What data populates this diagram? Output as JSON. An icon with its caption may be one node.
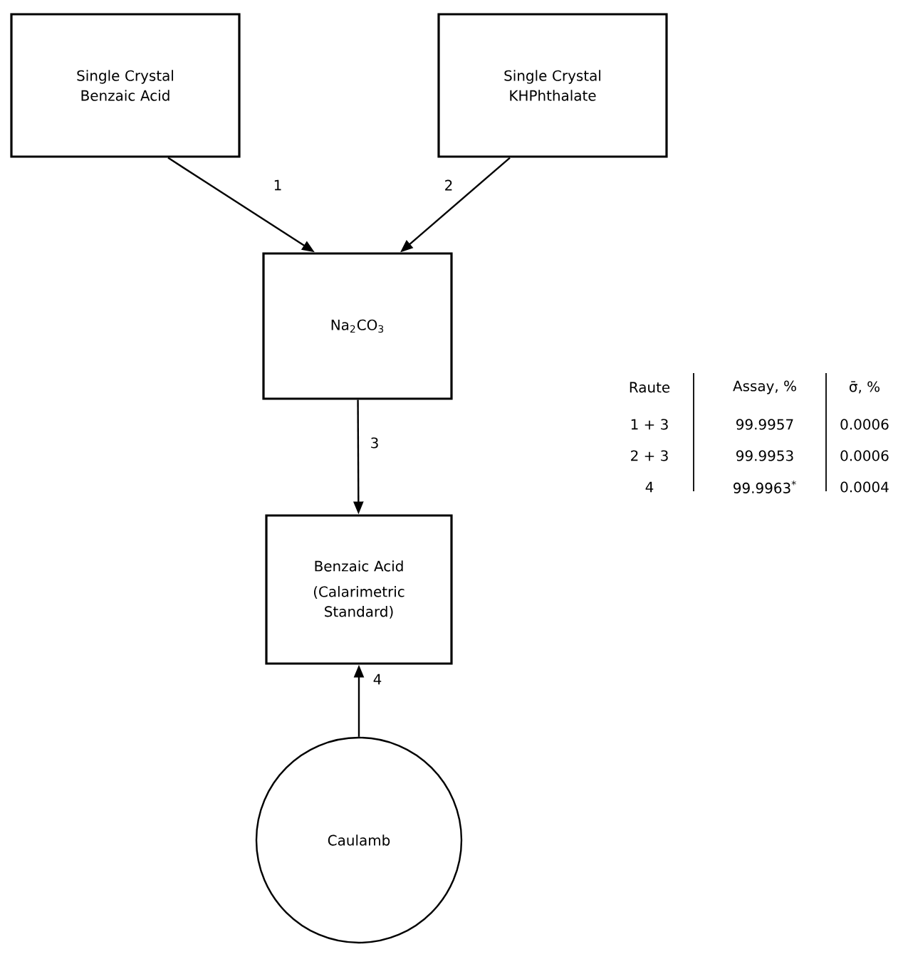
{
  "diagram": {
    "nodes": [
      {
        "text": [
          "Single Crystal Benzaic Acid"
        ]
      },
      {
        "text": [
          "Single Crystal KHPhthalate"
        ]
      },
      {
        "text": [
          "Na$_{2}$CO$_{3}$"
        ]
      },
      {
        "text": [
          "Benzaic Acid",
          "(Calarimetric Standard)"
        ]
      },
      {
        "text": [
          "Caulamb"
        ]
      }
    ],
    "edges": [
      {
        "from": 0,
        "to": 2,
        "arrow": "to",
        "label": "1"
      },
      {
        "from": 1,
        "to": 2,
        "arrow": "to",
        "label": "2"
      },
      {
        "from": 2,
        "to": 3,
        "arrow": "to",
        "label": "3"
      },
      {
        "from": 4,
        "to": 3,
        "arrow": "to",
        "label": "4"
      }
    ],
    "labels": [
      "Raute",
      "Assay, %",
      "σ̄, %",
      "1 + 3",
      "99.9957",
      "0.0006",
      "2 + 3",
      "99.9953",
      "0.0006",
      "4",
      "99.9963$^{*}$",
      "0.0004"
    ]
  }
}
